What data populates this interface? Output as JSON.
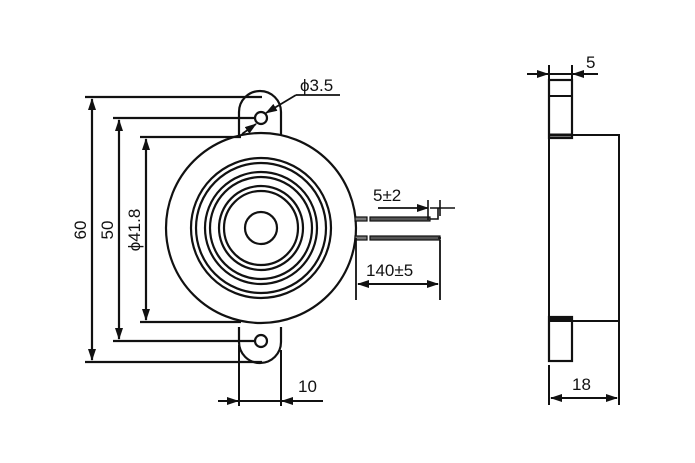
{
  "diagram": {
    "type": "mechanical-dimension-drawing",
    "subject": "piezo buzzer with mounting tabs and lead wires",
    "colors": {
      "line": "#111111",
      "background": "#ffffff",
      "wire_fill": "#555555"
    },
    "front_view": {
      "labels": {
        "overall_height": "60",
        "mounting_hole_spacing": "50",
        "body_diameter": "ϕ41.8",
        "mounting_hole_diameter": "ϕ3.5",
        "tab_width": "10",
        "wire_strip_length": "5±2",
        "wire_length": "140±5"
      }
    },
    "side_view": {
      "labels": {
        "tab_thickness": "5",
        "overall_depth": "18"
      }
    }
  }
}
